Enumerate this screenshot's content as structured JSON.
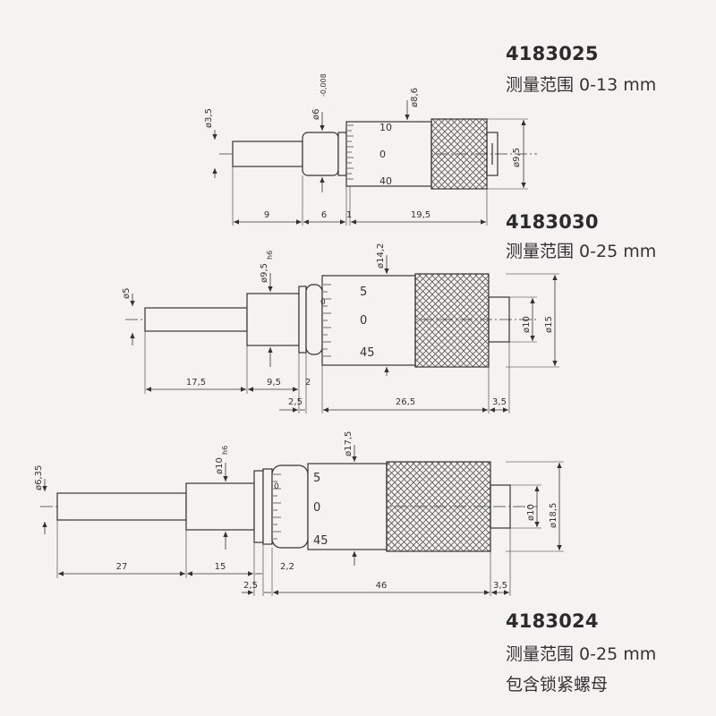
{
  "products": [
    {
      "model": "4183025",
      "range": "测量范围 0-13 mm",
      "dims": {
        "d_spindle": "ø3,5",
        "d_sleeve": "ø6",
        "d_sleeve_tol": "-0,008",
        "d_barrel": "ø8,6",
        "d_thimble": "ø9,5",
        "len_spindle": "9",
        "len_sleeve": "6",
        "len_ring": "1",
        "len_body": "19,5"
      },
      "scale": [
        "10",
        "0",
        "40"
      ]
    },
    {
      "model": "4183030",
      "range": "测量范围 0-25 mm",
      "dims": {
        "d_spindle": "ø5",
        "d_sleeve": "ø9,5",
        "d_sleeve_tol": "h6",
        "d_barrel": "ø14,2",
        "d_end": "ø10",
        "d_thimble": "ø15",
        "len_spindle": "17,5",
        "len_sleeve": "9,5",
        "len_ring": "2",
        "len_gap": "2,5",
        "len_body": "26,5",
        "len_end": "3,5"
      },
      "scale": [
        "5",
        "0",
        "0",
        "45"
      ]
    },
    {
      "model": "4183024",
      "range": "测量范围 0-25 mm",
      "note": "包含锁紧螺母",
      "dims": {
        "d_spindle": "ø6,35",
        "d_sleeve": "ø10",
        "d_sleeve_tol": "h6",
        "d_barrel": "ø17,5",
        "d_end": "ø10",
        "d_thimble": "ø18,5",
        "len_spindle": "27",
        "len_sleeve": "15",
        "len_ring": "2,2",
        "len_gap": "2,5",
        "len_body": "46",
        "len_end": "3,5"
      },
      "scale": [
        "5",
        "0",
        "0",
        "45"
      ]
    }
  ]
}
